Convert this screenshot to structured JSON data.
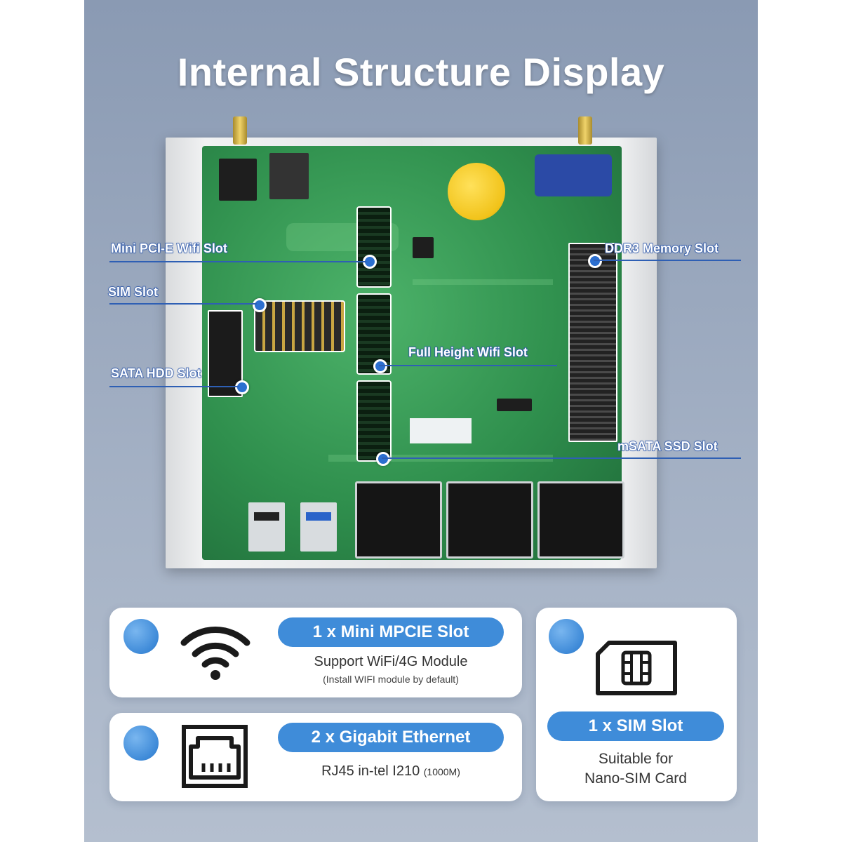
{
  "page": {
    "title": "Internal Structure Display"
  },
  "callouts": {
    "mini_pcie": "Mini PCI-E Wifi Slot",
    "sim": "SIM Slot",
    "sata": "SATA HDD Slot",
    "full_height": "Full Height Wifi Slot",
    "ddr3": "DDR3 Memory Slot",
    "msata": "mSATA SSD Slot"
  },
  "features": {
    "wifi": {
      "icon": "wifi-icon",
      "heading": "1 x Mini MPCIE Slot",
      "line1": "Support WiFi/4G Module",
      "line2": "(Install WIFI module by default)"
    },
    "ethernet": {
      "icon": "ethernet-port-icon",
      "heading": "2 x Gigabit Ethernet",
      "line1": "RJ45 in-tel I210",
      "line1_small": "(1000M)"
    },
    "sim": {
      "icon": "sim-card-icon",
      "heading": "1 x SIM Slot",
      "line1": "Suitable for",
      "line2": "Nano-SIM Card"
    }
  },
  "colors": {
    "accent": "#3f8cd9",
    "callout": "#2e5fb4",
    "panel": "#a3b0c4"
  }
}
